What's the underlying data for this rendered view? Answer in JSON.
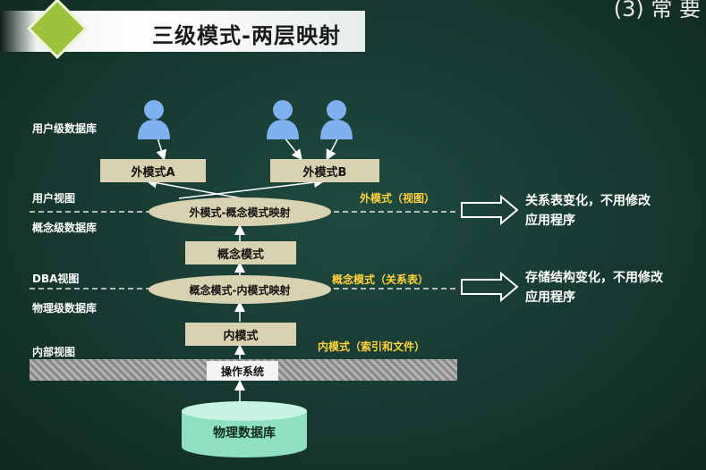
{
  "title": "三级模式-两层映射",
  "corner_text": "(3) 常 要",
  "left_labels": {
    "user_db": "用户级数据库",
    "user_view": "用户视图",
    "concept_db": "概念级数据库",
    "dba_view": "DBA视图",
    "physical_db": "物理级数据库",
    "internal_view": "内部视图"
  },
  "nodes": {
    "external_a": "外模式A",
    "external_b": "外模式B",
    "ext_concept_map": "外模式-概念模式映射",
    "concept": "概念模式",
    "concept_internal_map": "概念模式-内模式映射",
    "internal": "内模式",
    "os": "操作系统",
    "physical_db": "物理数据库"
  },
  "yellow_labels": {
    "external": "外模式（视图）",
    "concept": "概念模式（关系表）",
    "internal": "内模式（索引和文件）"
  },
  "notes": {
    "note1_line1": "关系表变化，不用修改",
    "note1_line2": "应用程序",
    "note2_line1": "存储结构变化，不用修改",
    "note2_line2": "应用程序"
  },
  "colors": {
    "background": "#16372f",
    "node_fill": "#d8d2b0",
    "highlight_text": "#ffd23a",
    "user_icon": "#7fb0f0",
    "database": "#8ee0c0"
  },
  "icons": [
    "user-icon",
    "user-icon",
    "user-icon",
    "database-cylinder",
    "arrow-right-outline"
  ]
}
